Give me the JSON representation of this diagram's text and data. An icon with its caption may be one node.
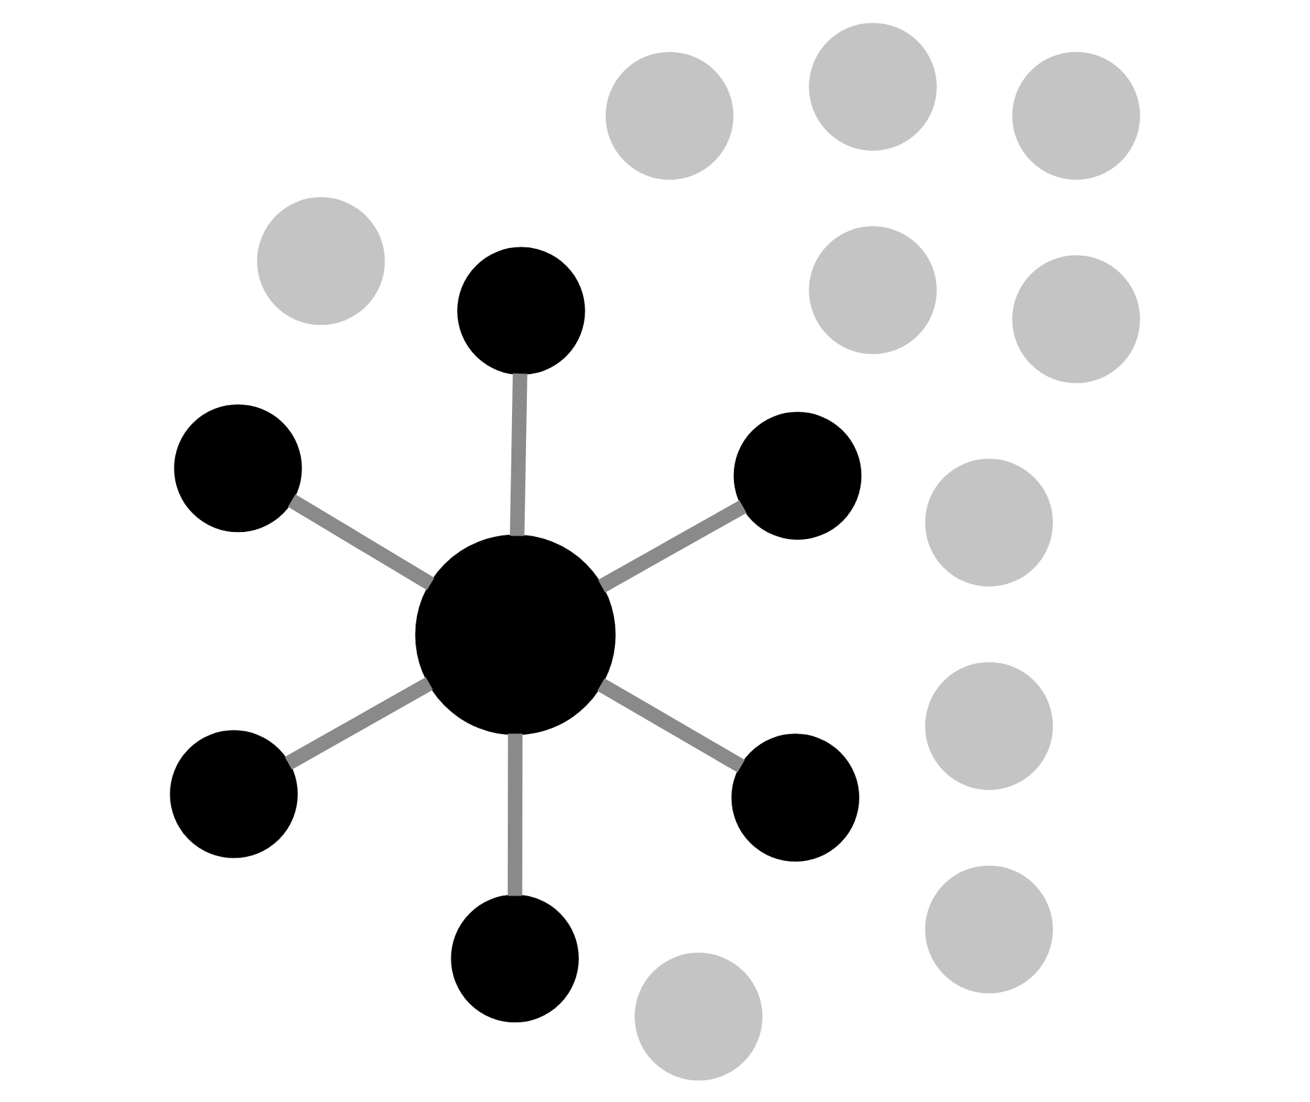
{
  "diagram": {
    "nodes": [
      {
        "text": [],
        "shape": "circle"
      },
      {
        "text": [],
        "shape": "circle"
      },
      {
        "text": [],
        "shape": "circle"
      },
      {
        "text": [],
        "shape": "circle"
      },
      {
        "text": [],
        "shape": "circle"
      },
      {
        "text": [],
        "shape": "circle"
      },
      {
        "text": [],
        "shape": "circle"
      },
      {
        "text": [],
        "shape": "circle"
      },
      {
        "text": [],
        "shape": "circle"
      },
      {
        "text": [],
        "shape": "circle"
      },
      {
        "text": [],
        "shape": "circle"
      },
      {
        "text": [],
        "shape": "circle"
      },
      {
        "text": [],
        "shape": "circle"
      },
      {
        "text": [],
        "shape": "circle"
      },
      {
        "text": [],
        "shape": "circle"
      },
      {
        "text": [],
        "shape": "circle"
      },
      {
        "text": [],
        "shape": "circle"
      }
    ],
    "edges": [
      {
        "from": 0,
        "to": 1,
        "arrow": "none"
      },
      {
        "from": 0,
        "to": 2,
        "arrow": "none"
      },
      {
        "from": 0,
        "to": 3,
        "arrow": "none"
      },
      {
        "from": 0,
        "to": 4,
        "arrow": "none"
      },
      {
        "from": 0,
        "to": 5,
        "arrow": "none"
      },
      {
        "from": 0,
        "to": 6,
        "arrow": "none"
      }
    ]
  }
}
